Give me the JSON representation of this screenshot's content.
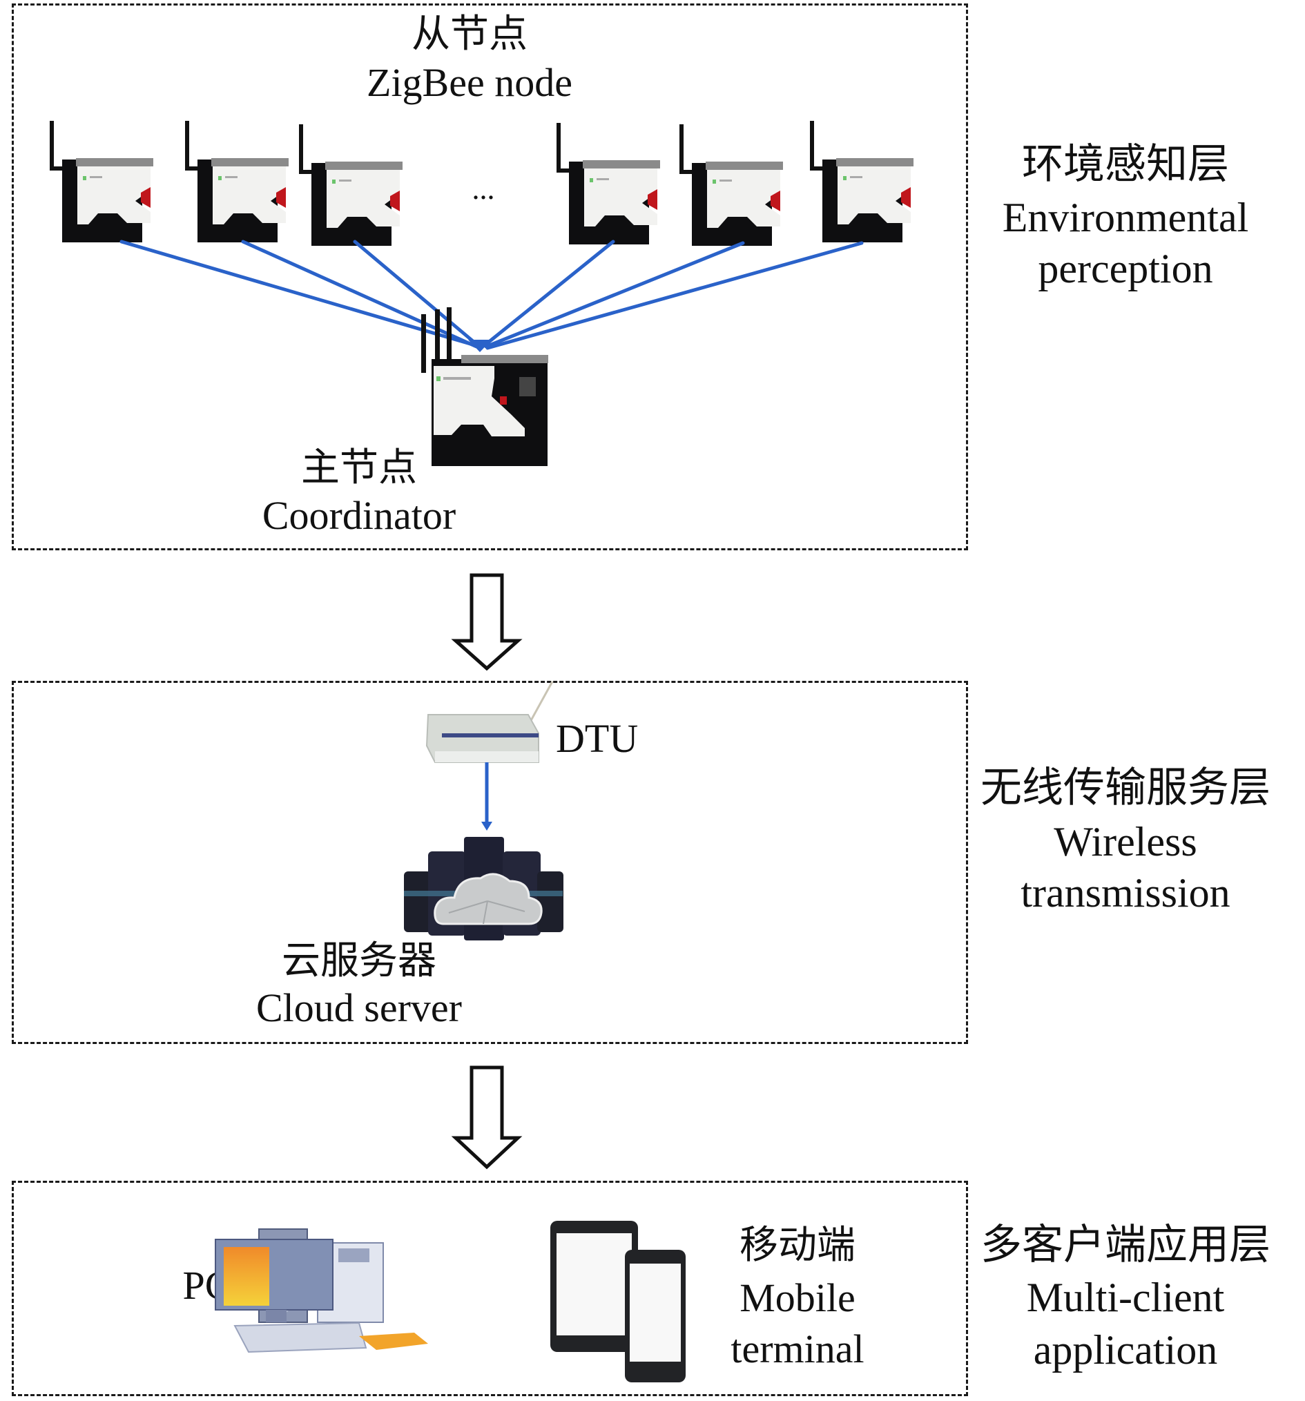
{
  "layers": [
    {
      "id": "perception",
      "title_cn": "环境感知层",
      "title_en_line1": "Environmental",
      "title_en_line2": "perception",
      "items": {
        "zigbee_label_cn": "从节点",
        "zigbee_label_en": "ZigBee node",
        "ellipsis": "...",
        "coordinator_label_cn": "主节点",
        "coordinator_label_en": "Coordinator",
        "node_count_visible": 6
      }
    },
    {
      "id": "wireless",
      "title_cn": "无线传输服务层",
      "title_en_line1": "Wireless",
      "title_en_line2": "transmission",
      "items": {
        "dtu_label": "DTU",
        "cloud_label_cn": "云服务器",
        "cloud_label_en": "Cloud server"
      }
    },
    {
      "id": "application",
      "title_cn": "多客户端应用层",
      "title_en_line1": "Multi-client",
      "title_en_line2": "application",
      "items": {
        "pc_label": "PC",
        "mobile_label_cn": "移动端",
        "mobile_label_en_line1": "Mobile",
        "mobile_label_en_line2": "terminal"
      }
    }
  ],
  "colors": {
    "link_blue": "#2a62c9",
    "border": "#1a1a1a",
    "device_black": "#0e0e10",
    "device_white": "#f2f2f0",
    "device_red": "#c0161c",
    "screen_orange": "#f5a623"
  }
}
